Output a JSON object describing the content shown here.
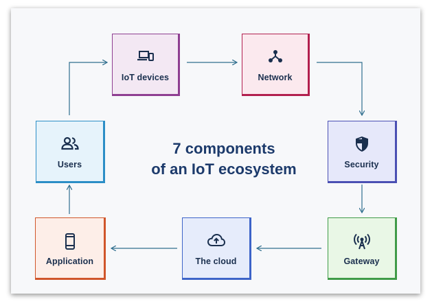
{
  "title": {
    "line1": "7 components",
    "line2": "of an IoT ecosystem"
  },
  "nodes": [
    {
      "id": "iot-devices",
      "label": "IoT devices",
      "icon": "devices-icon",
      "fill": "#f3e8f3",
      "border": "#8e3e91"
    },
    {
      "id": "network",
      "label": "Network",
      "icon": "network-icon",
      "fill": "#fbe9ee",
      "border": "#b21f4e"
    },
    {
      "id": "security",
      "label": "Security",
      "icon": "shield-icon",
      "fill": "#e6e8fa",
      "border": "#4a4fb3"
    },
    {
      "id": "gateway",
      "label": "Gateway",
      "icon": "antenna-icon",
      "fill": "#e9f7e6",
      "border": "#3f9b47"
    },
    {
      "id": "the-cloud",
      "label": "The cloud",
      "icon": "cloud-upload-icon",
      "fill": "#e6ecfb",
      "border": "#3d64c8"
    },
    {
      "id": "application",
      "label": "Application",
      "icon": "phone-icon",
      "fill": "#fdeee8",
      "border": "#d0552a"
    },
    {
      "id": "users",
      "label": "Users",
      "icon": "users-icon",
      "fill": "#e6f3fb",
      "border": "#2b8ec6"
    }
  ],
  "flow": [
    "iot-devices",
    "network",
    "security",
    "gateway",
    "the-cloud",
    "application",
    "users",
    "iot-devices"
  ],
  "colors": {
    "arrow": "#2f6e8e",
    "title": "#1c3a6b",
    "label": "#1a2f4e",
    "icon": "#1a2f4e"
  }
}
